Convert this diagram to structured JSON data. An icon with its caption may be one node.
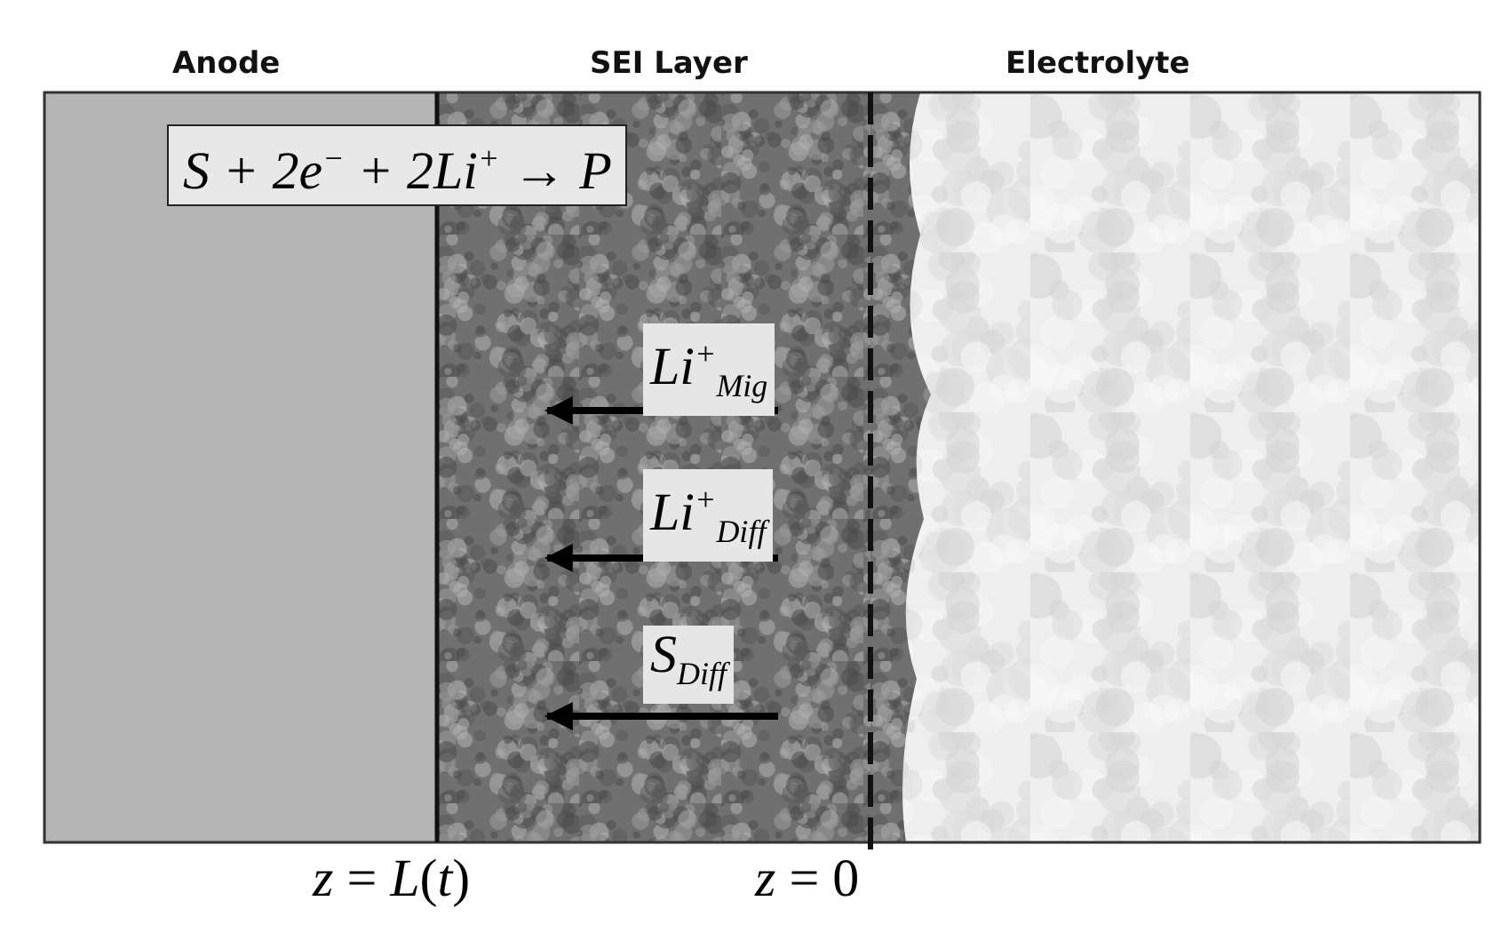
{
  "diagram": {
    "nodes": [
      {
        "text": [
          "Anode"
        ]
      },
      {
        "text": [
          "SEI Layer"
        ]
      },
      {
        "text": [
          "Electrolyte"
        ]
      },
      {
        "text": [
          "S + 2e$^{−}$ + 2Li$^{+}$ → P"
        ]
      }
    ],
    "labels": [
      "Li$^{+}$$_{Mig}$",
      "Li$^{+}$$_{Diff}$",
      "S$_{Diff}$",
      "*z* = *L*(*t*)",
      "*z* = 0"
    ]
  }
}
